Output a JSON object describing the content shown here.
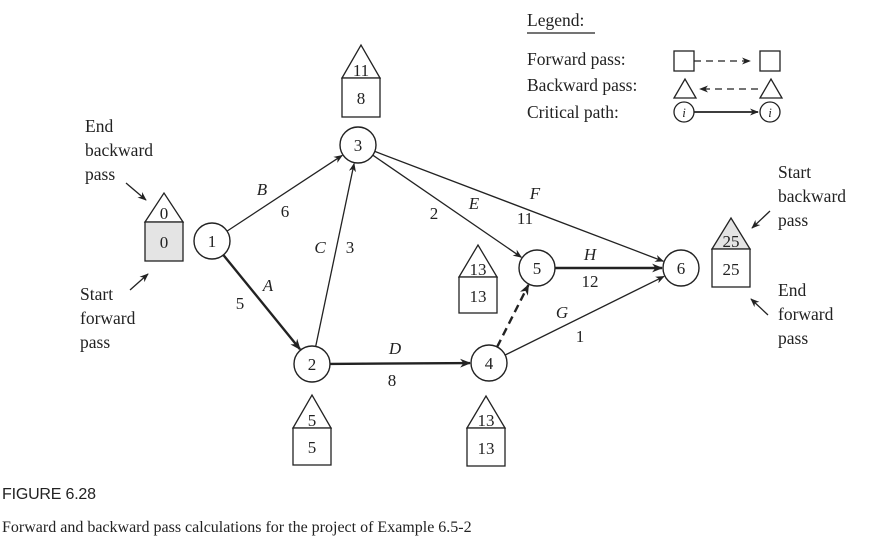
{
  "legend": {
    "title": "Legend:",
    "forward_label": "Forward pass:",
    "backward_label": "Backward pass:",
    "critical_label": "Critical path:",
    "node_symbol": "i"
  },
  "nodes": [
    {
      "id": "1",
      "forward": "0",
      "backward": "0"
    },
    {
      "id": "2",
      "forward": "5",
      "backward": "5"
    },
    {
      "id": "3",
      "forward": "8",
      "backward": "11"
    },
    {
      "id": "4",
      "forward": "13",
      "backward": "13"
    },
    {
      "id": "5",
      "forward": "13",
      "backward": "13"
    },
    {
      "id": "6",
      "forward": "25",
      "backward": "25"
    }
  ],
  "activities": [
    {
      "name": "A",
      "from": "1",
      "to": "2",
      "duration": "5",
      "critical": true
    },
    {
      "name": "B",
      "from": "1",
      "to": "3",
      "duration": "6",
      "critical": false
    },
    {
      "name": "C",
      "from": "2",
      "to": "3",
      "duration": "3",
      "critical": false
    },
    {
      "name": "D",
      "from": "2",
      "to": "4",
      "duration": "8",
      "critical": true
    },
    {
      "name": "E",
      "from": "3",
      "to": "5",
      "duration": "2",
      "critical": false
    },
    {
      "name": "F",
      "from": "3",
      "to": "6",
      "duration": "11",
      "critical": false
    },
    {
      "name": "G",
      "from": "4",
      "to": "6",
      "duration": "1",
      "critical": false
    },
    {
      "name": "H",
      "from": "5",
      "to": "6",
      "duration": "12",
      "critical": true
    },
    {
      "name": "",
      "from": "4",
      "to": "5",
      "duration": "",
      "critical": true,
      "dummy": true
    }
  ],
  "annotations": {
    "end_backward": [
      "End",
      "backward",
      "pass"
    ],
    "start_forward": [
      "Start",
      "forward",
      "pass"
    ],
    "start_backward": [
      "Start",
      "backward",
      "pass"
    ],
    "end_forward": [
      "End",
      "forward",
      "pass"
    ]
  },
  "caption": {
    "figure": "FIGURE 6.28",
    "text": "Forward and backward pass calculations for the project of Example 6.5-2"
  },
  "colors": {
    "ink": "#222222",
    "shade": "#e4e4e4"
  }
}
